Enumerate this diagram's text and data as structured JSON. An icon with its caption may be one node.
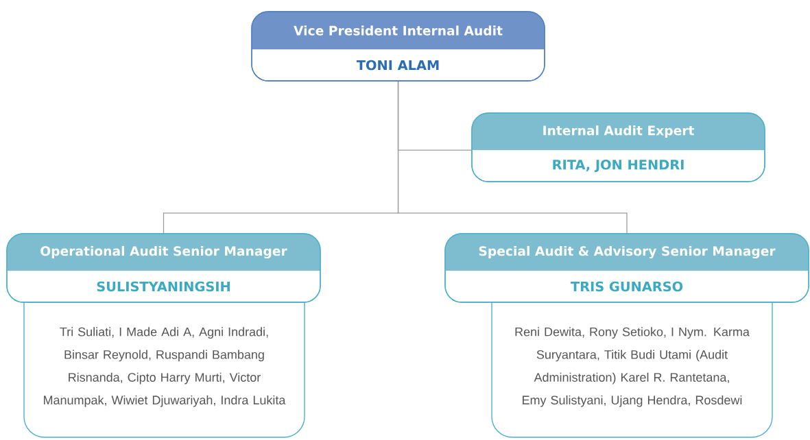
{
  "diagram": {
    "nodes": [
      {
        "text": [
          "Vice President Internal Audit",
          "TONI ALAM"
        ]
      },
      {
        "text": [
          "Internal Audit Expert",
          "RITA, JON HENDRI"
        ]
      },
      {
        "text": [
          "Operational Audit Senior Manager",
          "SULISTYANINGSIH"
        ]
      },
      {
        "text": [
          "Special Audit & Advisory Senior Manager",
          "TRIS GUNARSO"
        ]
      },
      {
        "text": [
          "Tri Suliati, I Made Adi A, Agni Indradi, Binsar Reynold, Ruspandi Bambang Risnanda, Cipto Harry Murti, Victor Manumpak, Wiwiet Djuwariyah, Indra Lukita"
        ]
      },
      {
        "text": [
          "Reni Dewita, Rony Setioko, I Nym. Karma Suryantara, Titik Budi Utami (Audit Administration) Karel R. Rantetana, Emy Sulistyani, Ujang Hendra, Rosdewi"
        ]
      }
    ],
    "edges": [
      {
        "from": 0,
        "to": 1,
        "arrow": "none"
      },
      {
        "from": 0,
        "to": 2,
        "arrow": "none"
      },
      {
        "from": 0,
        "to": 3,
        "arrow": "none"
      }
    ]
  }
}
